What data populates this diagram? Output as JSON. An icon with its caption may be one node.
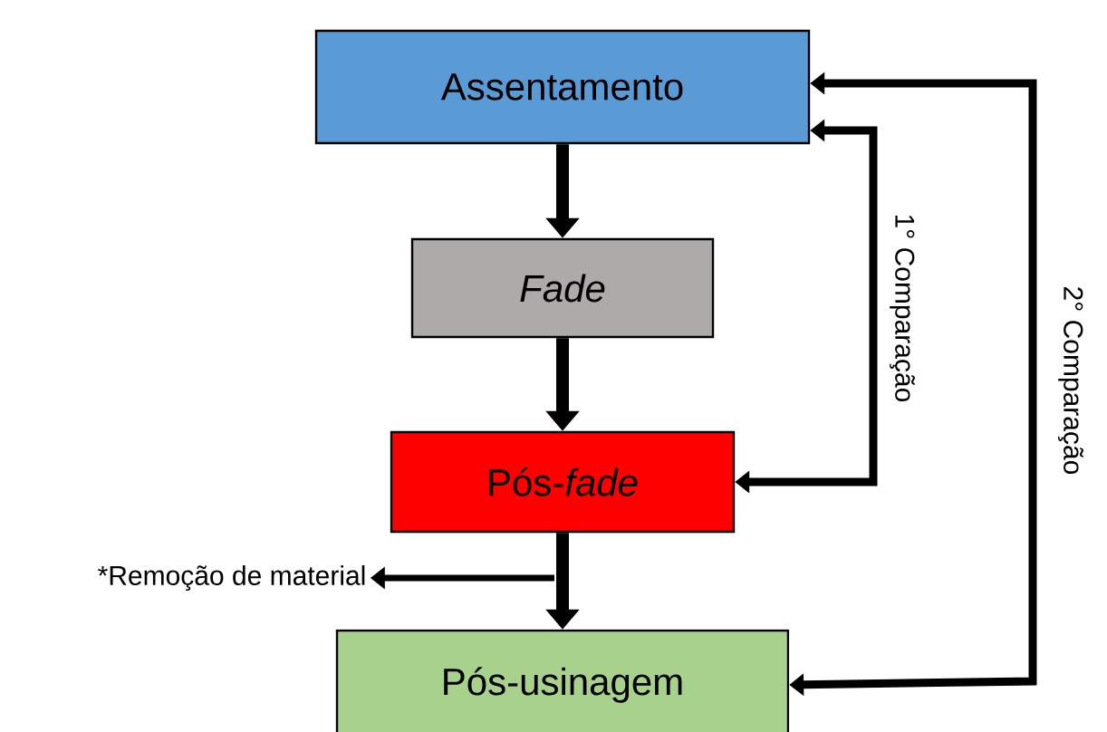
{
  "diagram": {
    "nodes": [
      {
        "text": [
          "Assentamento"
        ]
      },
      {
        "text": [
          "Fade"
        ]
      },
      {
        "text": [
          "Pós-*fade*"
        ]
      },
      {
        "text": [
          "Pós-usinagem"
        ]
      },
      {
        "text": [
          "*Remoção de material"
        ]
      }
    ],
    "edges": [
      {
        "from": 0,
        "to": 1,
        "arrow": "to"
      },
      {
        "from": 1,
        "to": 2,
        "arrow": "to"
      },
      {
        "from": 2,
        "to": 3,
        "arrow": "to"
      },
      {
        "from": null,
        "to": 4,
        "arrow": "to"
      },
      {
        "from": 2,
        "to": 0,
        "arrow": "both",
        "label": "1° Comparação"
      },
      {
        "from": 3,
        "to": 0,
        "arrow": "both",
        "label": "2° Comparação"
      }
    ]
  }
}
